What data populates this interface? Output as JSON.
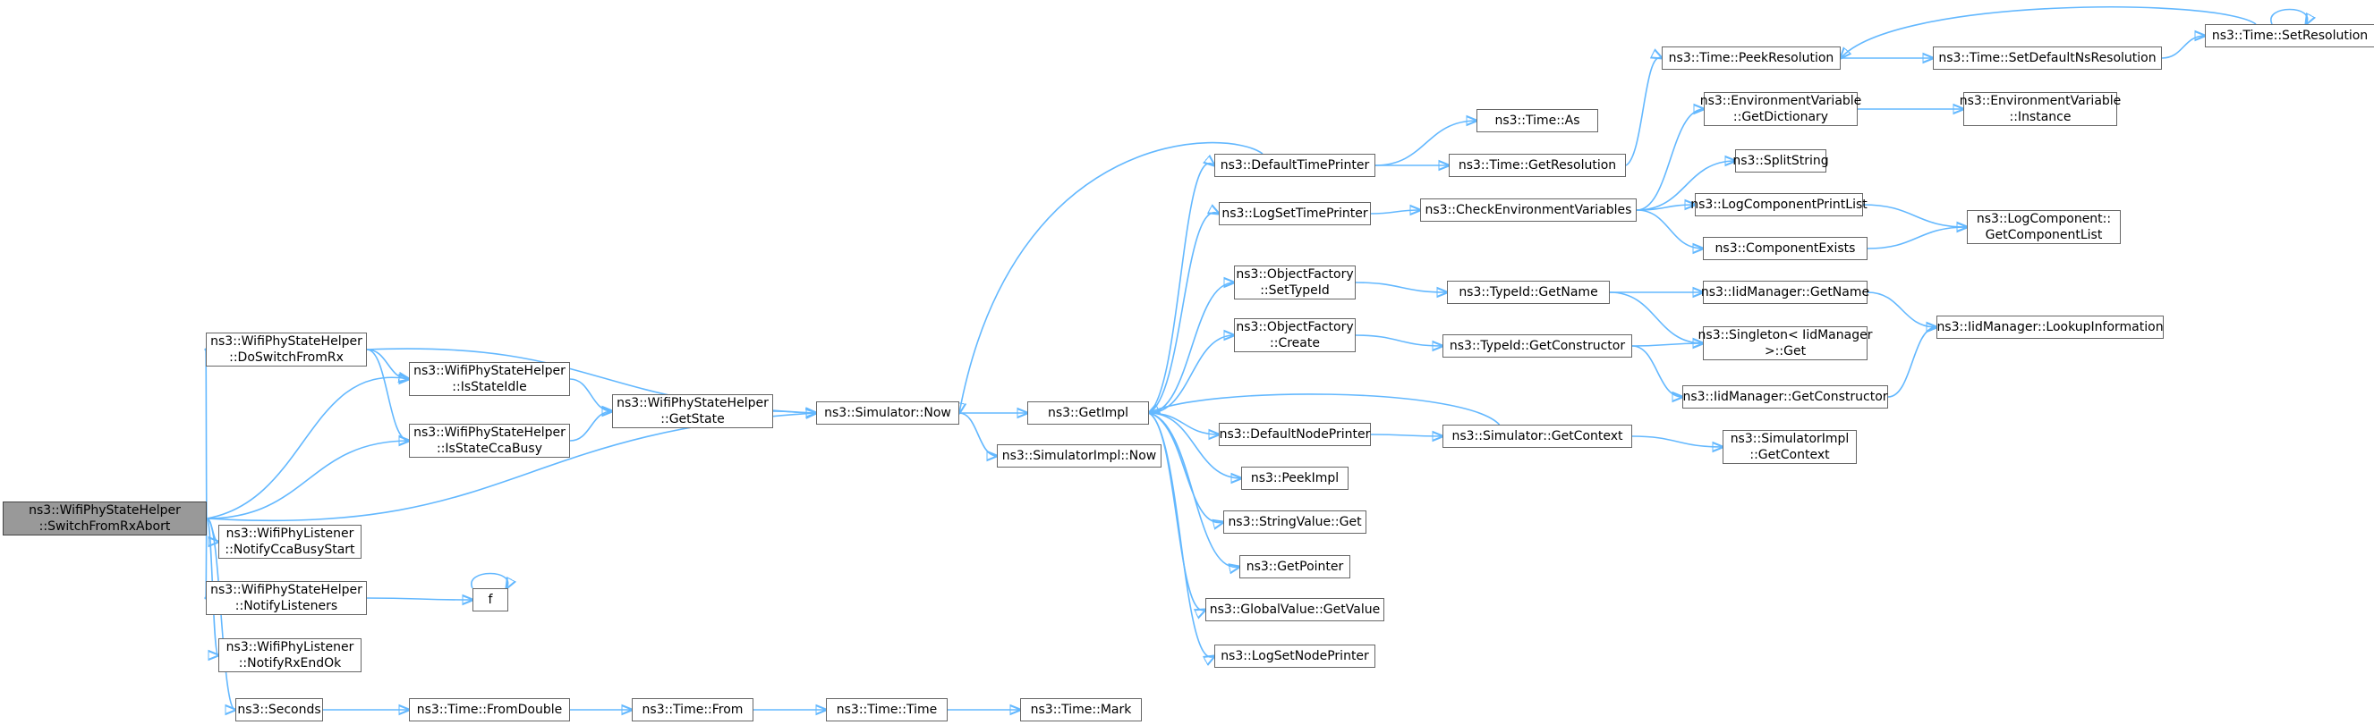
{
  "graph": {
    "colors": {
      "edge": "#63b8ff",
      "root_fill": "#999999",
      "node_fill": "#ffffff",
      "node_border": "#666666"
    },
    "nodes": {
      "switch_from_rx_abort": [
        "ns3::WifiPhyStateHelper",
        "::SwitchFromRxAbort"
      ],
      "do_switch_from_rx": [
        "ns3::WifiPhyStateHelper",
        "::DoSwitchFromRx"
      ],
      "is_state_idle": [
        "ns3::WifiPhyStateHelper",
        "::IsStateIdle"
      ],
      "is_state_cca_busy": [
        "ns3::WifiPhyStateHelper",
        "::IsStateCcaBusy"
      ],
      "get_state": [
        "ns3::WifiPhyStateHelper",
        "::GetState"
      ],
      "notify_cca_busy_start": [
        "ns3::WifiPhyListener",
        "::NotifyCcaBusyStart"
      ],
      "notify_listeners": [
        "ns3::WifiPhyStateHelper",
        "::NotifyListeners"
      ],
      "notify_rx_end_ok": [
        "ns3::WifiPhyListener",
        "::NotifyRxEndOk"
      ],
      "f": [
        "f"
      ],
      "seconds": [
        "ns3::Seconds"
      ],
      "from_double": [
        "ns3::Time::FromDouble"
      ],
      "time_from": [
        "ns3::Time::From"
      ],
      "time_time": [
        "ns3::Time::Time"
      ],
      "time_mark": [
        "ns3::Time::Mark"
      ],
      "simulator_now": [
        "ns3::Simulator::Now"
      ],
      "get_impl": [
        "ns3::GetImpl"
      ],
      "simulator_impl_now": [
        "ns3::SimulatorImpl::Now"
      ],
      "default_time_printer": [
        "ns3::DefaultTimePrinter"
      ],
      "log_set_time_printer": [
        "ns3::LogSetTimePrinter"
      ],
      "object_factory_set_type_id": [
        "ns3::ObjectFactory",
        "::SetTypeId"
      ],
      "object_factory_create": [
        "ns3::ObjectFactory",
        "::Create"
      ],
      "default_node_printer": [
        "ns3::DefaultNodePrinter"
      ],
      "peek_impl": [
        "ns3::PeekImpl"
      ],
      "string_value_get": [
        "ns3::StringValue::Get"
      ],
      "get_pointer": [
        "ns3::GetPointer"
      ],
      "global_value_get_value": [
        "ns3::GlobalValue::GetValue"
      ],
      "log_set_node_printer": [
        "ns3::LogSetNodePrinter"
      ],
      "time_as": [
        "ns3::Time::As"
      ],
      "time_get_resolution": [
        "ns3::Time::GetResolution"
      ],
      "check_env_vars": [
        "ns3::CheckEnvironmentVariables"
      ],
      "type_id_get_name": [
        "ns3::TypeId::GetName"
      ],
      "type_id_get_constructor": [
        "ns3::TypeId::GetConstructor"
      ],
      "simulator_get_context": [
        "ns3::Simulator::GetContext"
      ],
      "time_peek_resolution": [
        "ns3::Time::PeekResolution"
      ],
      "env_var_get_dictionary": [
        "ns3::EnvironmentVariable",
        "::GetDictionary"
      ],
      "split_string": [
        "ns3::SplitString"
      ],
      "log_component_print_list": [
        "ns3::LogComponentPrintList"
      ],
      "component_exists": [
        "ns3::ComponentExists"
      ],
      "iid_manager_get_name": [
        "ns3::IidManager::GetName"
      ],
      "singleton_get": [
        "ns3::Singleton< IidManager",
        " >::Get"
      ],
      "iid_manager_get_constructor": [
        "ns3::IidManager::GetConstructor"
      ],
      "simulator_impl_get_context": [
        "ns3::SimulatorImpl",
        "::GetContext"
      ],
      "time_set_default_ns_resolution": [
        "ns3::Time::SetDefaultNsResolution"
      ],
      "env_var_instance": [
        "ns3::EnvironmentVariable",
        "::Instance"
      ],
      "log_component_get_component_list": [
        "ns3::LogComponent::",
        "GetComponentList"
      ],
      "iid_manager_lookup_information": [
        "ns3::IidManager::LookupInformation"
      ],
      "time_set_resolution": [
        "ns3::Time::SetResolution"
      ]
    }
  }
}
